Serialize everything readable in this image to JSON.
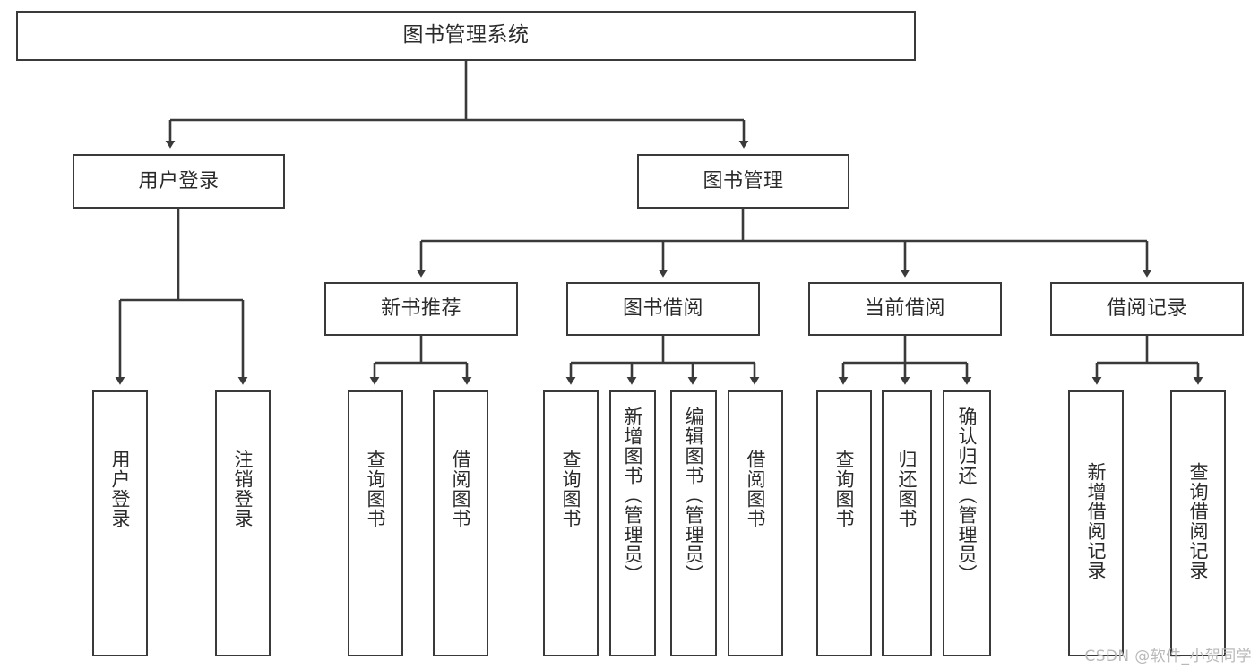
{
  "diagram": {
    "title": "图书管理系统",
    "type": "tree-hierarchy",
    "orientation": "top-down",
    "colors": {
      "background": "#ffffff",
      "node_border": "#3a3a3a",
      "node_fill": "#ffffff",
      "edge": "#3a3a3a",
      "text": "#2b2b2b",
      "watermark": "#b9b9b9"
    },
    "watermark": "CSDN @软件_小贺同学"
  },
  "nodes": {
    "root": {
      "label": "图书管理系统"
    },
    "level1": [
      {
        "id": "user-login",
        "label": "用户登录"
      },
      {
        "id": "book-manage",
        "label": "图书管理"
      }
    ],
    "level2": [
      {
        "id": "new-book-rec",
        "label": "新书推荐"
      },
      {
        "id": "book-borrow",
        "label": "图书借阅"
      },
      {
        "id": "current-borrow",
        "label": "当前借阅"
      },
      {
        "id": "borrow-record",
        "label": "借阅记录"
      }
    ],
    "leaves": {
      "user-login": [
        {
          "id": "leaf-user-login",
          "label": "用户登录"
        },
        {
          "id": "leaf-logout-login",
          "label": "注销登录"
        }
      ],
      "new-book-rec": [
        {
          "id": "leaf-query-book-1",
          "label": "查询图书"
        },
        {
          "id": "leaf-borrow-book-1",
          "label": "借阅图书"
        }
      ],
      "book-borrow": [
        {
          "id": "leaf-query-book-2",
          "label": "查询图书"
        },
        {
          "id": "leaf-add-book",
          "label": "新增图书（管理员）"
        },
        {
          "id": "leaf-edit-book",
          "label": "编辑图书（管理员）"
        },
        {
          "id": "leaf-borrow-book-2",
          "label": "借阅图书"
        }
      ],
      "current-borrow": [
        {
          "id": "leaf-query-book-3",
          "label": "查询图书"
        },
        {
          "id": "leaf-return-book",
          "label": "归还图书"
        },
        {
          "id": "leaf-confirm-return",
          "label": "确认归还（管理员）"
        }
      ],
      "borrow-record": [
        {
          "id": "leaf-add-record",
          "label": "新增借阅记录"
        },
        {
          "id": "leaf-query-record",
          "label": "查询借阅记录"
        }
      ]
    }
  }
}
